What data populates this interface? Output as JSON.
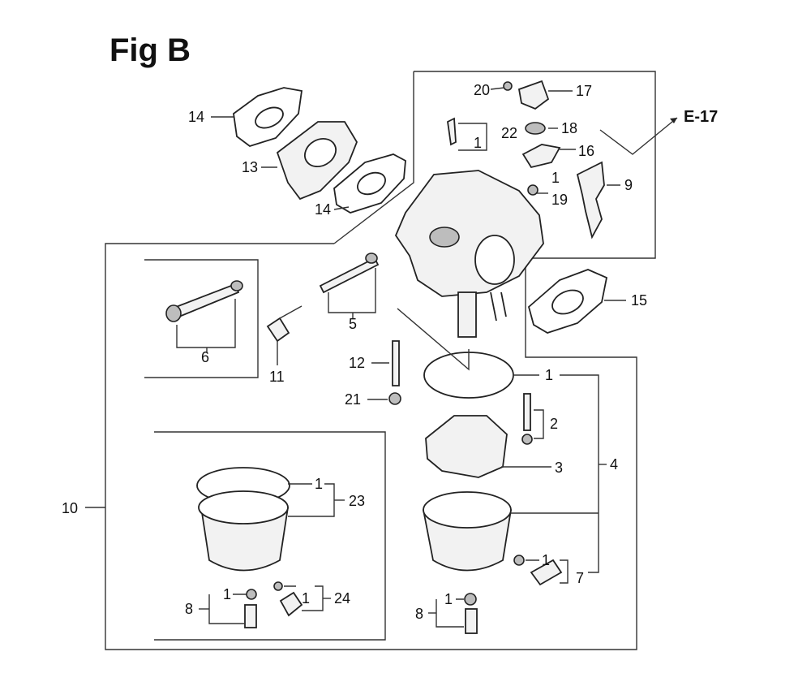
{
  "figure": {
    "title": "Fig B",
    "reference": "E-17",
    "callouts": {
      "c20": "20",
      "c17": "17",
      "c22": "22",
      "c18": "18",
      "c16": "16",
      "c9": "9",
      "c19": "19",
      "c14a": "14",
      "c13": "13",
      "c14b": "14",
      "c15": "15",
      "c6": "6",
      "c5": "5",
      "c11": "11",
      "c12": "12",
      "c21": "21",
      "c1a": "1",
      "c1b": "1",
      "c1c": "1",
      "c1d": "1",
      "c1e": "1",
      "c1f": "1",
      "c1g": "1",
      "c1h": "1",
      "c2": "2",
      "c3": "3",
      "c4": "4",
      "c7": "7",
      "c10": "10",
      "c23": "23",
      "c24": "24",
      "c8a": "8",
      "c8b": "8"
    }
  }
}
